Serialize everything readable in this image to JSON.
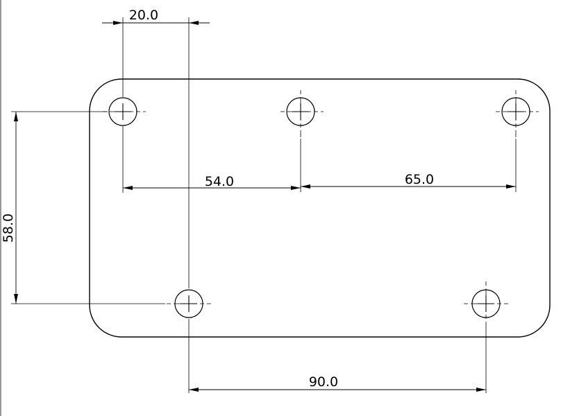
{
  "dimensions": {
    "d20": "20.0",
    "d54": "54.0",
    "d65": "65.0",
    "d58": "58.0",
    "d90": "90.0"
  }
}
